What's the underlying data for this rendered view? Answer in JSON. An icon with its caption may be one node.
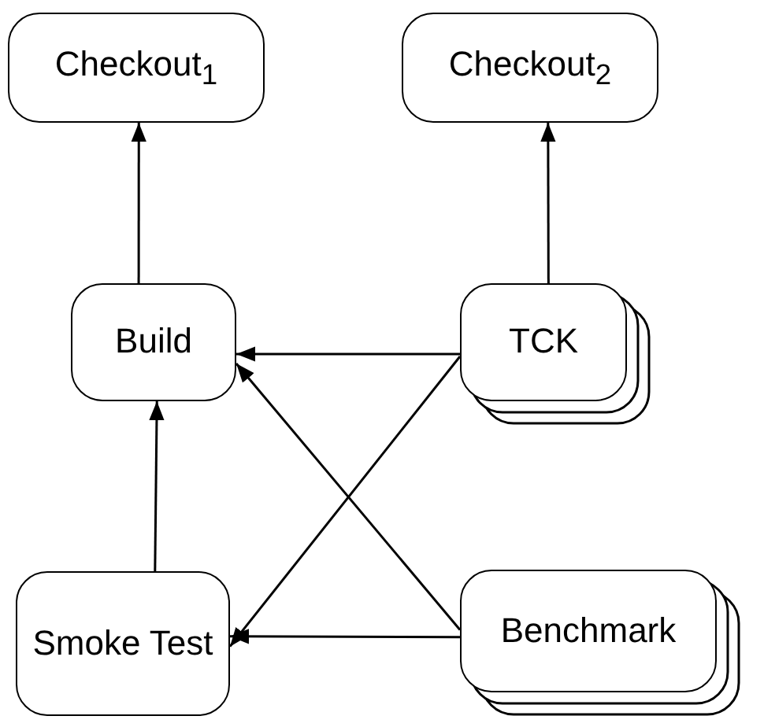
{
  "diagram": {
    "nodes": [
      {
        "text": [
          "Checkout$_{1}$"
        ]
      },
      {
        "text": [
          "Checkout$_{2}$"
        ]
      },
      {
        "text": [
          "Build"
        ]
      },
      {
        "text": [
          "TCK"
        ]
      },
      {
        "text": [
          "Smoke Test"
        ]
      },
      {
        "text": [
          "Benchmark"
        ]
      }
    ],
    "edges": [
      {
        "from": 2,
        "to": 0,
        "arrow": "to"
      },
      {
        "from": 3,
        "to": 1,
        "arrow": "to"
      },
      {
        "from": 3,
        "to": 2,
        "arrow": "to"
      },
      {
        "from": 3,
        "to": 4,
        "arrow": "to"
      },
      {
        "from": 5,
        "to": 2,
        "arrow": "to"
      },
      {
        "from": 5,
        "to": 4,
        "arrow": "to"
      },
      {
        "from": 4,
        "to": 2,
        "arrow": "to"
      }
    ]
  }
}
